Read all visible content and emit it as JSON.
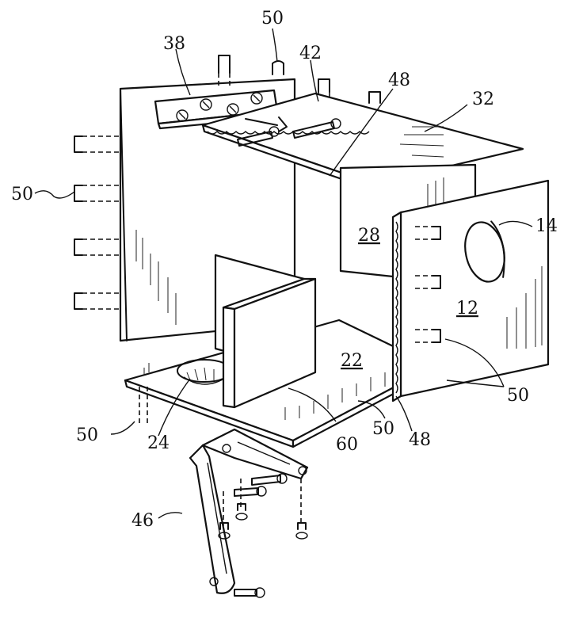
{
  "figure": {
    "reference_numerals": {
      "n12": "12",
      "n14": "14",
      "n22": "22",
      "n24": "24",
      "n28": "28",
      "n32": "32",
      "n38": "38",
      "n42": "42",
      "n46": "46",
      "n48a": "48",
      "n48b": "48",
      "n50_top": "50",
      "n50_left": "50",
      "n50_bottom_left": "50",
      "n50_bottom": "50",
      "n50_right": "50",
      "n60": "60"
    }
  }
}
